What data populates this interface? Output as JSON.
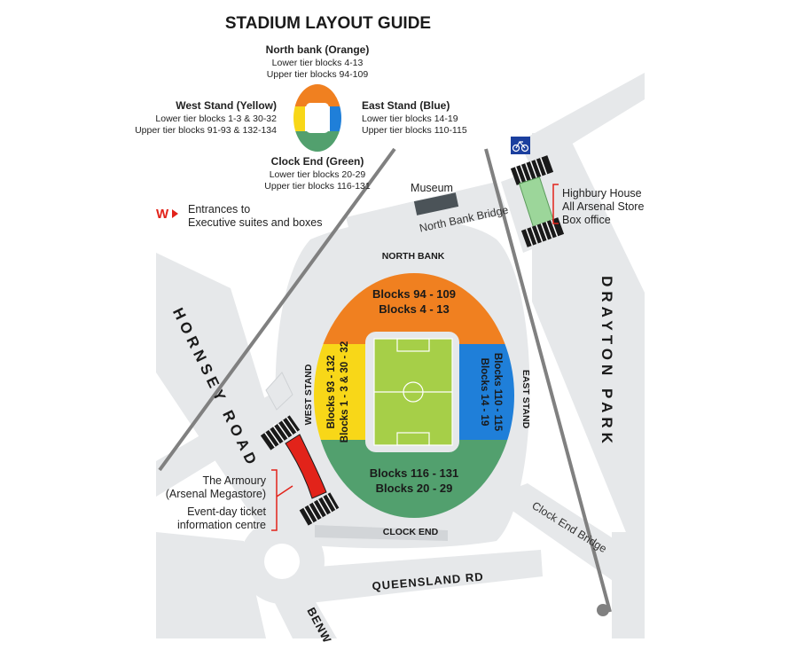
{
  "title": "STADIUM LAYOUT GUIDE",
  "key": {
    "north": {
      "name": "North bank (Orange)",
      "lower": "Lower tier blocks 4-13",
      "upper": "Upper tier blocks 94-109"
    },
    "west": {
      "name": "West Stand (Yellow)",
      "lower": "Lower tier blocks 1-3 & 30-32",
      "upper": "Upper tier blocks 91-93 & 132-134"
    },
    "east": {
      "name": "East Stand (Blue)",
      "lower": "Lower tier blocks 14-19",
      "upper": "Upper tier blocks 110-115"
    },
    "clock": {
      "name": "Clock End (Green)",
      "lower": "Lower tier blocks 20-29",
      "upper": "Upper tier blocks 116-131"
    }
  },
  "legend": {
    "symbol": "W",
    "line1": "Entrances to",
    "line2": "Executive suites and boxes"
  },
  "stands": {
    "north_label": "NORTH BANK",
    "north_blocks_1": "Blocks 94 - 109",
    "north_blocks_2": "Blocks 4 - 13",
    "west_label": "WEST STAND",
    "west_blocks_1": "Blocks 93 - 132",
    "west_blocks_2": "Blocks 1 - 3 & 30 - 32",
    "east_label": "EAST STAND",
    "east_blocks_1": "Blocks 110 - 115",
    "east_blocks_2": "Blocks 14 - 19",
    "clock_label": "CLOCK END",
    "clock_blocks_1": "Blocks 116 - 131",
    "clock_blocks_2": "Blocks 20 - 29"
  },
  "places": {
    "museum": "Museum",
    "north_bank_bridge": "North Bank Bridge",
    "highbury_1": "Highbury House",
    "highbury_2": "All Arsenal Store",
    "highbury_3": "Box office",
    "armoury_1": "The Armoury",
    "armoury_2": "(Arsenal Megastore)",
    "armoury_3": "Event-day ticket",
    "armoury_4": "information centre",
    "clock_end_bridge": "Clock End Bridge"
  },
  "roads": {
    "hornsey": "HORNSEY ROAD",
    "drayton": "DRAYTON PARK",
    "queensland": "QUEENSLAND RD",
    "benwell": "BENW"
  },
  "icons": [
    "bicycle-icon",
    "entrance-w-icon"
  ],
  "colors": {
    "north": "#f08020",
    "west": "#f8d718",
    "east": "#1f7fd9",
    "clock": "#52a06e",
    "pitch": "#a6cf48",
    "road": "#e6e8ea",
    "rail": "#808080",
    "armoury": "#e2231a",
    "highbury": "#9cd69a",
    "museum": "#4b5358"
  }
}
